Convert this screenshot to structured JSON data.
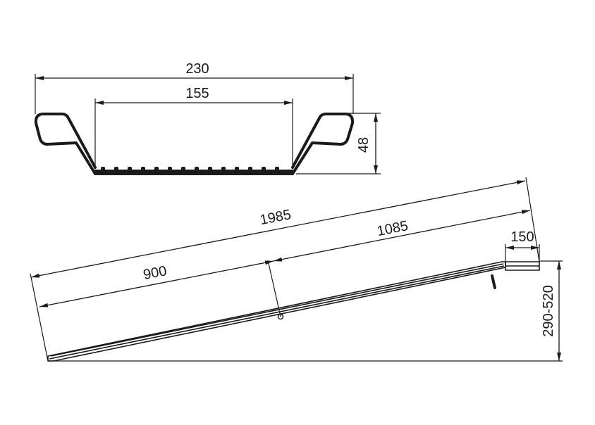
{
  "profile": {
    "dim_overall_width": "230",
    "dim_inner_width": "155",
    "dim_height": "48"
  },
  "ramp": {
    "dim_total_length": "1985",
    "dim_upper_section": "1085",
    "dim_lower_section": "900",
    "dim_hook_length": "150",
    "dim_height_range": "290-520"
  }
}
